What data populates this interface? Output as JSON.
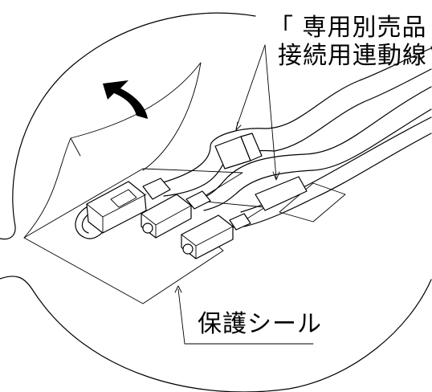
{
  "labels": {
    "optional_item": "「 専用別売品 」",
    "linked_cable": "接続用連動線",
    "protective_seal": "保護シール"
  },
  "icons": {
    "arrow": "curved-arrow-icon"
  },
  "colors": {
    "line": "#000000",
    "background": "#ffffff"
  }
}
